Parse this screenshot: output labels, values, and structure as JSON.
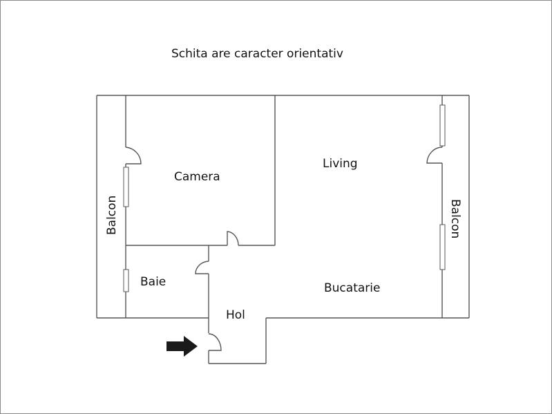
{
  "title": "Schita are caracter orientativ",
  "rooms": {
    "camera": "Camera",
    "living": "Living",
    "bucatarie": "Bucatarie",
    "baie": "Baie",
    "hol": "Hol",
    "balcon_left": "Balcon",
    "balcon_right": "Balcon"
  },
  "entrance_arrow": "entrance-arrow",
  "colors": {
    "walls": "#555555",
    "text": "#111111",
    "arrow": "#1a1a1a",
    "border": "#8a8a8a"
  }
}
